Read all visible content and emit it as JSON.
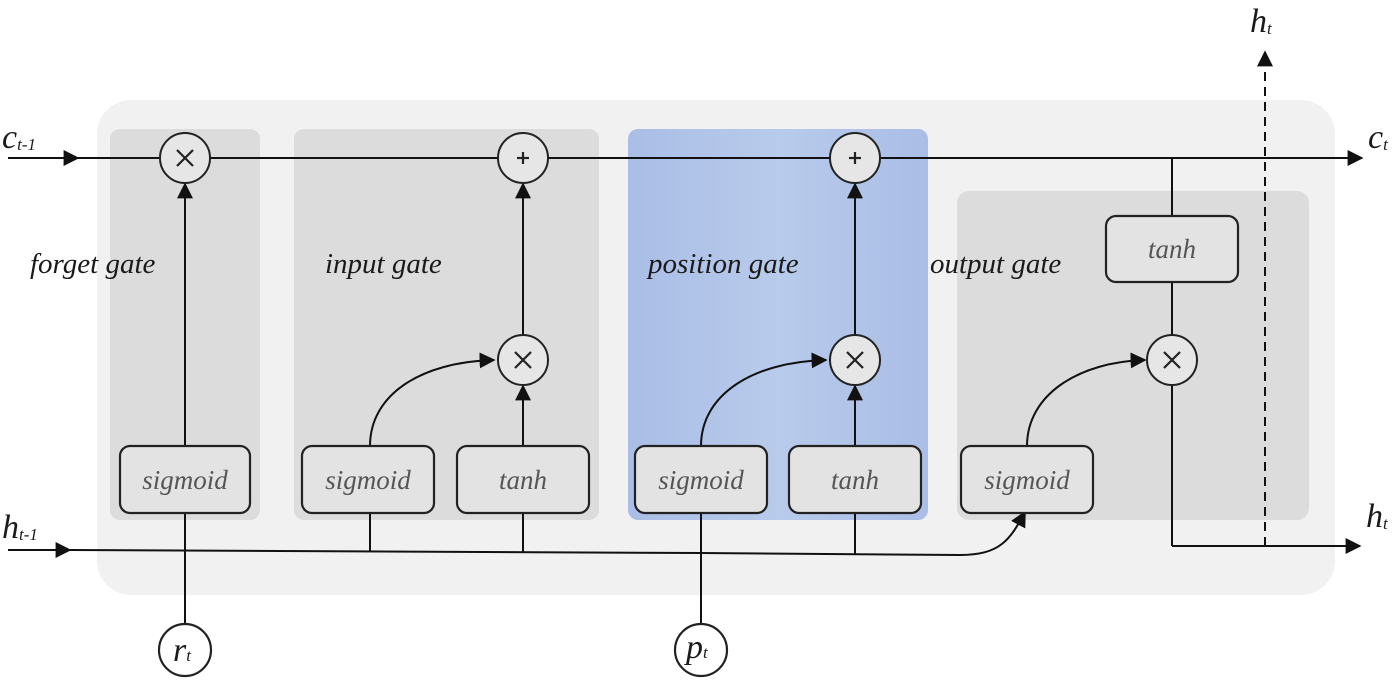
{
  "gates": {
    "forget": "forget gate",
    "input": "input gate",
    "position": "position gate",
    "output": "output gate"
  },
  "units": {
    "forget_sigmoid": "sigmoid",
    "input_sigmoid": "sigmoid",
    "input_tanh": "tanh",
    "position_sigmoid": "sigmoid",
    "position_tanh": "tanh",
    "output_sigmoid": "sigmoid",
    "output_tanh": "tanh"
  },
  "variables": {
    "c_prev": {
      "main": "c",
      "sub": "t-1"
    },
    "c_out": {
      "main": "c",
      "sub": "t"
    },
    "h_prev": {
      "main": "h",
      "sub": "t-1"
    },
    "h_out": {
      "main": "h",
      "sub": "t"
    },
    "h_up": {
      "main": "h",
      "sub": "t"
    },
    "r_in": {
      "main": "r",
      "sub": "t"
    },
    "p_in": {
      "main": "p",
      "sub": "t"
    }
  },
  "operators": {
    "multiply": "×",
    "add": "+"
  },
  "colors": {
    "outer_panel": "#f1f1f1",
    "gate_panel": "#dcdcdc",
    "position_panel": "#b3c6e8",
    "unit_box": "#e3e3e3"
  }
}
